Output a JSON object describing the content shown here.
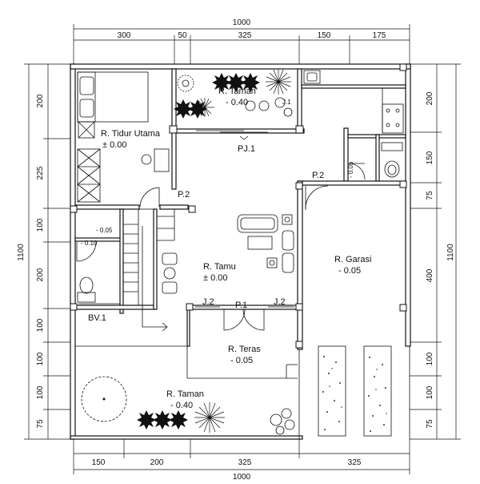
{
  "dimensions": {
    "top_total": "1000",
    "top_segments": [
      "300",
      "50",
      "325",
      "150",
      "175"
    ],
    "bottom_total": "1000",
    "bottom_segments": [
      "150",
      "200",
      "325",
      "325"
    ],
    "left_total": "1100",
    "left_segments": [
      "200",
      "225",
      "100",
      "200",
      "100",
      "100",
      "100",
      "75"
    ],
    "right_total": "1100",
    "right_segments": [
      "200",
      "150",
      "75",
      "400",
      "100",
      "100",
      "75"
    ]
  },
  "rooms": {
    "taman_top": {
      "name": "R. Taman",
      "level": "- 0.40"
    },
    "tidur_utama": {
      "name": "R. Tidur Utama",
      "level": "± 0.00"
    },
    "tamu": {
      "name": "R. Tamu",
      "level": "± 0.00"
    },
    "garasi": {
      "name": "R. Garasi",
      "level": "- 0.05"
    },
    "teras": {
      "name": "R. Teras",
      "level": "- 0.05"
    },
    "taman_bottom": {
      "name": "R. Taman",
      "level": "- 0.40"
    },
    "bath_level_1": "- 0.05",
    "bath_level_2": "- 0.10",
    "service_level": "- 0.05"
  },
  "openings": {
    "j1": "J.1",
    "pj1": "PJ.1",
    "p2_bedroom": "P.2",
    "p2_garage": "P.2",
    "j2_left": "J.2",
    "p1": "P.1",
    "j2_right": "J.2",
    "bv1": "BV.1"
  }
}
